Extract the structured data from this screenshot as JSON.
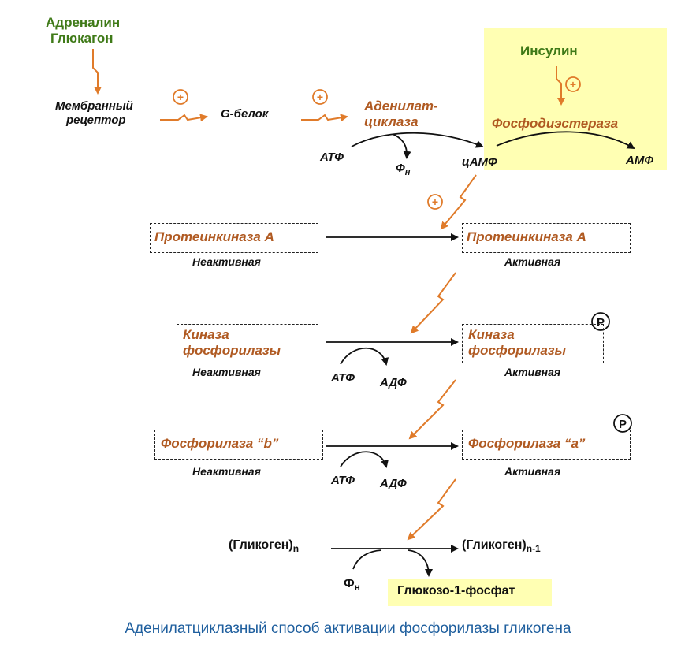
{
  "hormones": {
    "adrenaline": "Адреналин",
    "glucagon": "Глюкагон"
  },
  "receptor": {
    "line1": "Мембранный",
    "line2": "рецептор"
  },
  "g_protein": "G-белок",
  "adenylate_cyclase": {
    "line1": "Аденилат-",
    "line2": "циклаза"
  },
  "insulin": "Инсулин",
  "phosphodiesterase": "Фосфодиэстераза",
  "atp": "АТФ",
  "adp": "АДФ",
  "phosphate": "Ф",
  "phosphate_sub": "н",
  "camp": "цАМФ",
  "amp": "АМФ",
  "plus": "+",
  "phospho_mark": "P",
  "pka": "Протеинкиназа А",
  "inactive": "Неактивная",
  "active": "Активная",
  "phk": {
    "line1": "Киназа",
    "line2": "фосфорилазы"
  },
  "phosphorylase_b": "Фосфорилаза “b”",
  "phosphorylase_a": "Фосфорилаза “а”",
  "glycogen": "(Гликоген)",
  "glycogen_n": "n",
  "glycogen_n1": "n-1",
  "g1p": "Глюкозо-1-фосфат",
  "caption": "Аденилатциклазный способ активации фосфорилазы гликогена",
  "colors": {
    "accent_orange": "#e07b2a",
    "label_brown": "#b05a22",
    "hormone_green": "#3f7a18",
    "highlight_yellow": "#ffffb3",
    "caption_blue": "#1f5f9e"
  }
}
